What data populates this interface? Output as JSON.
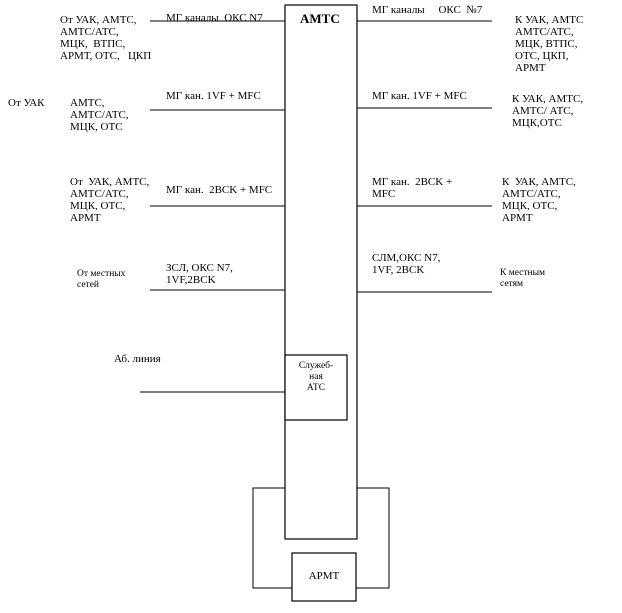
{
  "center_switch": {
    "label": "АМТС"
  },
  "service_exchange": {
    "label": "Служеб-\nная\nАТС"
  },
  "armt_block": {
    "label": "АРМТ"
  },
  "left": {
    "row1": {
      "source": "От УАК, АМТС,\nАМТС/АТС,\nМЦК,  ВТПС,\nАРМТ, ОТС,   ЦКП",
      "channel": "МГ каналы  ОКС N7"
    },
    "row2": {
      "source_prefix": "От УАК",
      "source": "АМТС,\nАМТС/АТС,\nМЦК, ОТС",
      "channel": "МГ кан. 1VF + MFC"
    },
    "row3": {
      "source": "От  УАК, АМТС,\nАМТС/АТС,\nМЦК, ОТС,\nАРМТ",
      "channel": "МГ кан.  2BCK + MFC"
    },
    "row4": {
      "source": "От местных\nсетей",
      "channel": "ЗСЛ, ОКС N7,\n1VF,2BCK"
    },
    "row5": {
      "source": "Аб. линия"
    }
  },
  "right": {
    "row1": {
      "channel": "МГ каналы     ОКС  №7",
      "dest": "К УАК, АМТС\nАМТС/АТС,\nМЦК, ВТПС,\nОТС, ЦКП,\nАРМТ"
    },
    "row2": {
      "channel": "МГ кан. 1VF + MFC",
      "dest": "К УАК, АМТС,\nАМТС/ АТС,\nМЦК,ОТС"
    },
    "row3": {
      "channel": "МГ кан.  2BCK +\nMFC",
      "dest": "К  УАК, АМТС,\nАМТС/АТС,\nМЦК, ОТС,\nАРМТ"
    },
    "row4": {
      "channel": "СЛМ,ОКС N7,\n1VF, 2BCK",
      "dest": "К местным\nсетям"
    }
  }
}
